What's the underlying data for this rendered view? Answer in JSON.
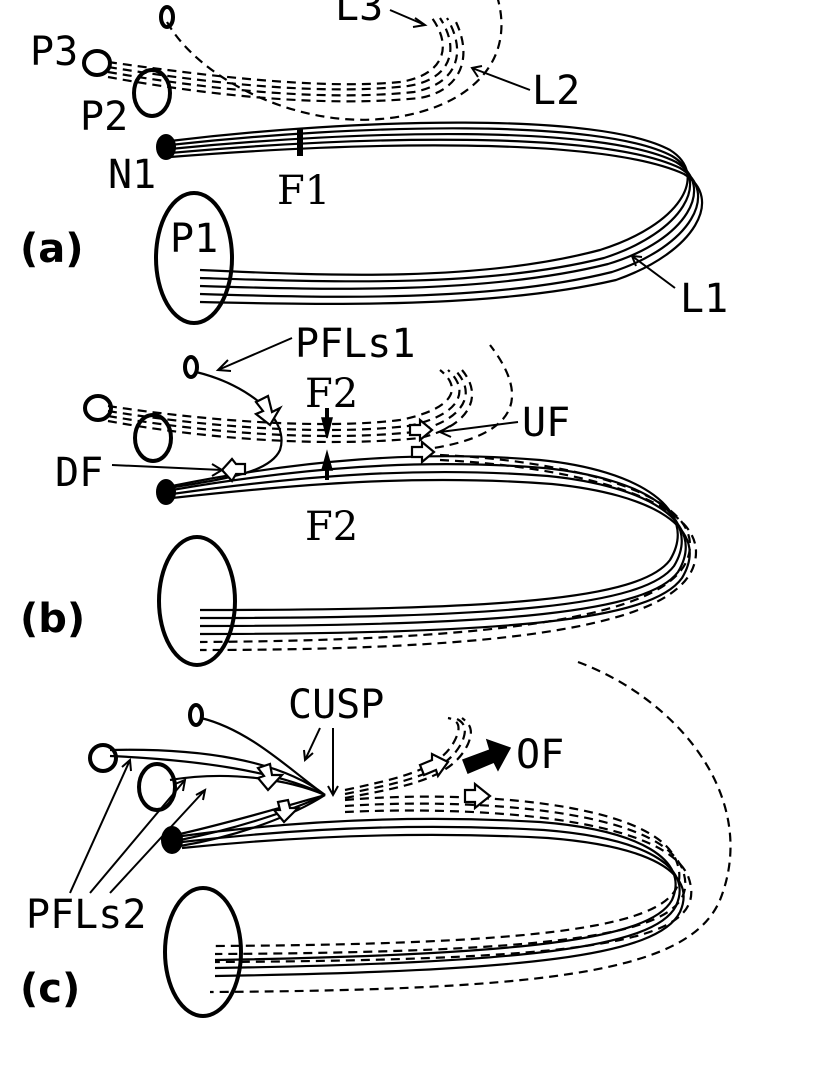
{
  "panels": {
    "a": {
      "panel_label": "(a)",
      "labels": {
        "p1": "P1",
        "p2": "P2",
        "p3": "P3",
        "n1": "N1",
        "f1": "F1",
        "l1": "L1",
        "l2": "L2",
        "l3": "L3"
      }
    },
    "b": {
      "panel_label": "(b)",
      "labels": {
        "pfls1": "PFLs1",
        "f2_top": "F2",
        "f2_bottom": "F2",
        "uf": "UF",
        "df": "DF"
      }
    },
    "c": {
      "panel_label": "(c)",
      "labels": {
        "cusp": "CUSP",
        "of": "OF",
        "pfls2": "PFLs2"
      }
    }
  }
}
